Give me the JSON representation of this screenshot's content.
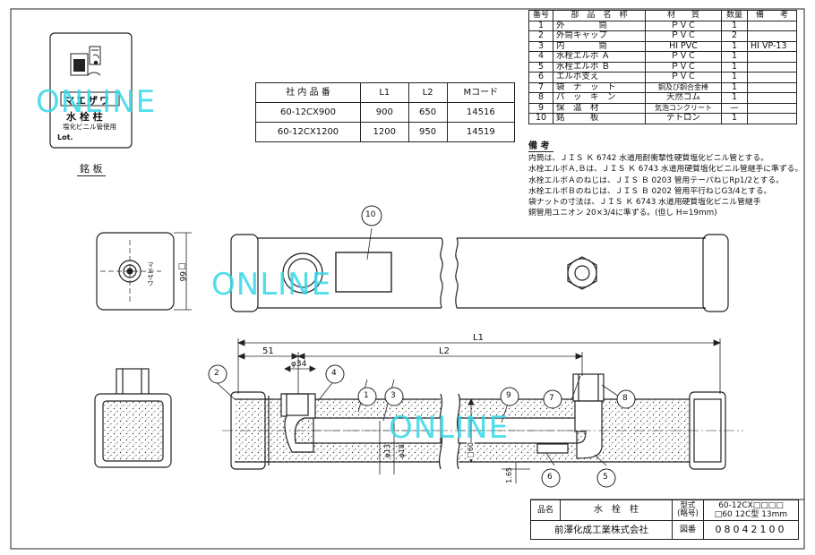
{
  "parts_header": {
    "no": "番号",
    "name": "部　品　名　称",
    "material": "材　　質",
    "qty": "数量",
    "remark": "備　　考"
  },
  "parts": [
    {
      "no": "1",
      "name": "外　　　　筒",
      "material": "ＰＶＣ",
      "qty": "1",
      "remark": ""
    },
    {
      "no": "2",
      "name": "外筒キャップ",
      "material": "ＰＶＣ",
      "qty": "2",
      "remark": ""
    },
    {
      "no": "3",
      "name": "内　　　　筒",
      "material": "HI PVC",
      "qty": "1",
      "remark": "HI VP-13"
    },
    {
      "no": "4",
      "name": "水栓エルボ Ａ",
      "material": "ＰＶＣ",
      "qty": "1",
      "remark": ""
    },
    {
      "no": "5",
      "name": "水栓エルボ Ｂ",
      "material": "ＰＶＣ",
      "qty": "1",
      "remark": ""
    },
    {
      "no": "6",
      "name": "エルボ支え",
      "material": "ＰＶＣ",
      "qty": "1",
      "remark": ""
    },
    {
      "no": "7",
      "name": "袋　ナ　ッ　ト",
      "material": "銅及び銅合金棒",
      "qty": "1",
      "remark": ""
    },
    {
      "no": "8",
      "name": "パ　ッ　キ　ン",
      "material": "天然ゴム",
      "qty": "1",
      "remark": ""
    },
    {
      "no": "9",
      "name": "保　温　材",
      "material": "気泡コンクリート",
      "qty": "—",
      "remark": ""
    },
    {
      "no": "10",
      "name": "銘　　　板",
      "material": "テトロン",
      "qty": "1",
      "remark": ""
    }
  ],
  "notes": {
    "heading": "備 考",
    "lines": [
      "内筒は、ＪＩＳ Ｋ 6742 水道用耐衝撃性硬質塩化ビニル管とする。",
      "水栓エルボＡ,Ｂは、ＪＩＳ Ｋ 6743 水道用硬質塩化ビニル管継手に準ずる。",
      "水栓エルボＡのねじは、ＪＩＳ Ｂ 0203 管用テーパねじRp1/2とする。",
      "水栓エルボＢのねじは、ＪＩＳ Ｂ 0202 管用平行ねじG3/4とする。",
      "袋ナットの寸法は、ＪＩＳ Ｋ 6743 水道用硬質塩化ビニル管継手",
      "銅管用ユニオン 20×3/4に準ずる。(但し H=19mm)"
    ]
  },
  "products": {
    "headers": [
      "社 内 品 番",
      "L1",
      "L2",
      "Mコード"
    ],
    "rows": [
      [
        "60-12CX900",
        "900",
        "650",
        "14516"
      ],
      [
        "60-12CX1200",
        "1200",
        "950",
        "14519"
      ]
    ]
  },
  "nameplate": {
    "brand": "マエザワ",
    "title": "水 栓 柱",
    "subtitle": "塩化ビニル管使用",
    "lot": "Lot.",
    "caption": "銘 板"
  },
  "dims": {
    "L1": "L1",
    "L2": "L2",
    "d51": "51",
    "phi34": "φ34",
    "sq66": "□66",
    "phi18": "φ18",
    "phi13": "φ13",
    "sq60": "□60",
    "d165": "1.65"
  },
  "balloons": [
    "1",
    "2",
    "3",
    "4",
    "5",
    "6",
    "7",
    "8",
    "9",
    "10"
  ],
  "title_block": {
    "name_label": "品名",
    "name_value": "水　栓　柱",
    "model_label_1": "型式",
    "model_label_2": "(略号)",
    "model_value_1": "60-12CX□□□□",
    "model_value_2": "□60 12C型 13mm",
    "company": "前澤化成工業株式会社",
    "drawing_label": "図番",
    "drawing_no": "08042100"
  },
  "watermark": "ONLINE"
}
